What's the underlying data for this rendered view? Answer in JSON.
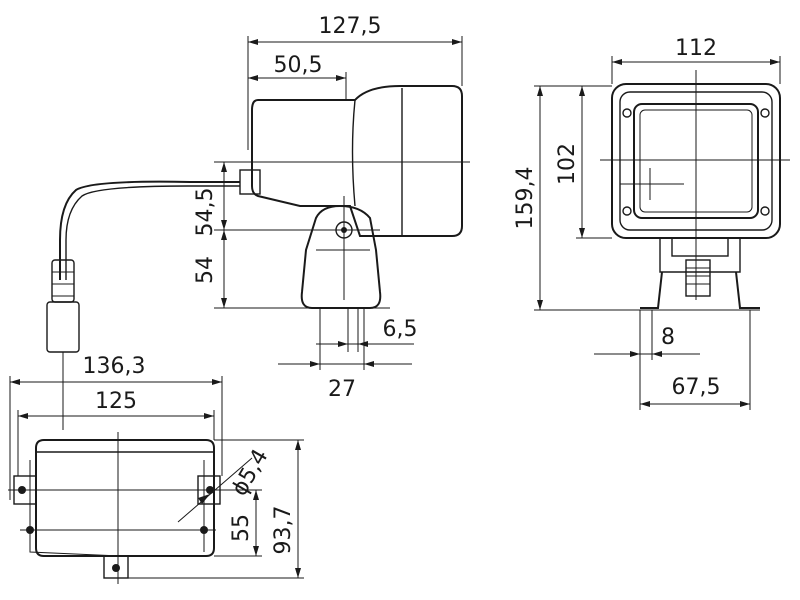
{
  "dimensions": {
    "overall_length": "127,5",
    "housing_offset": "50,5",
    "center_height_upper": "54,5",
    "center_height_lower": "54",
    "slot_width": "6,5",
    "foot_width": "27",
    "front_width": "112",
    "front_height": "159,4",
    "lens_height": "102",
    "bracket_slot": "8",
    "bracket_width": "67,5",
    "base_length": "136,3",
    "base_hole_spacing": "125",
    "hole_diameter": "ϕ5,4",
    "base_depth_inner": "55",
    "base_depth_outer": "93,7"
  }
}
